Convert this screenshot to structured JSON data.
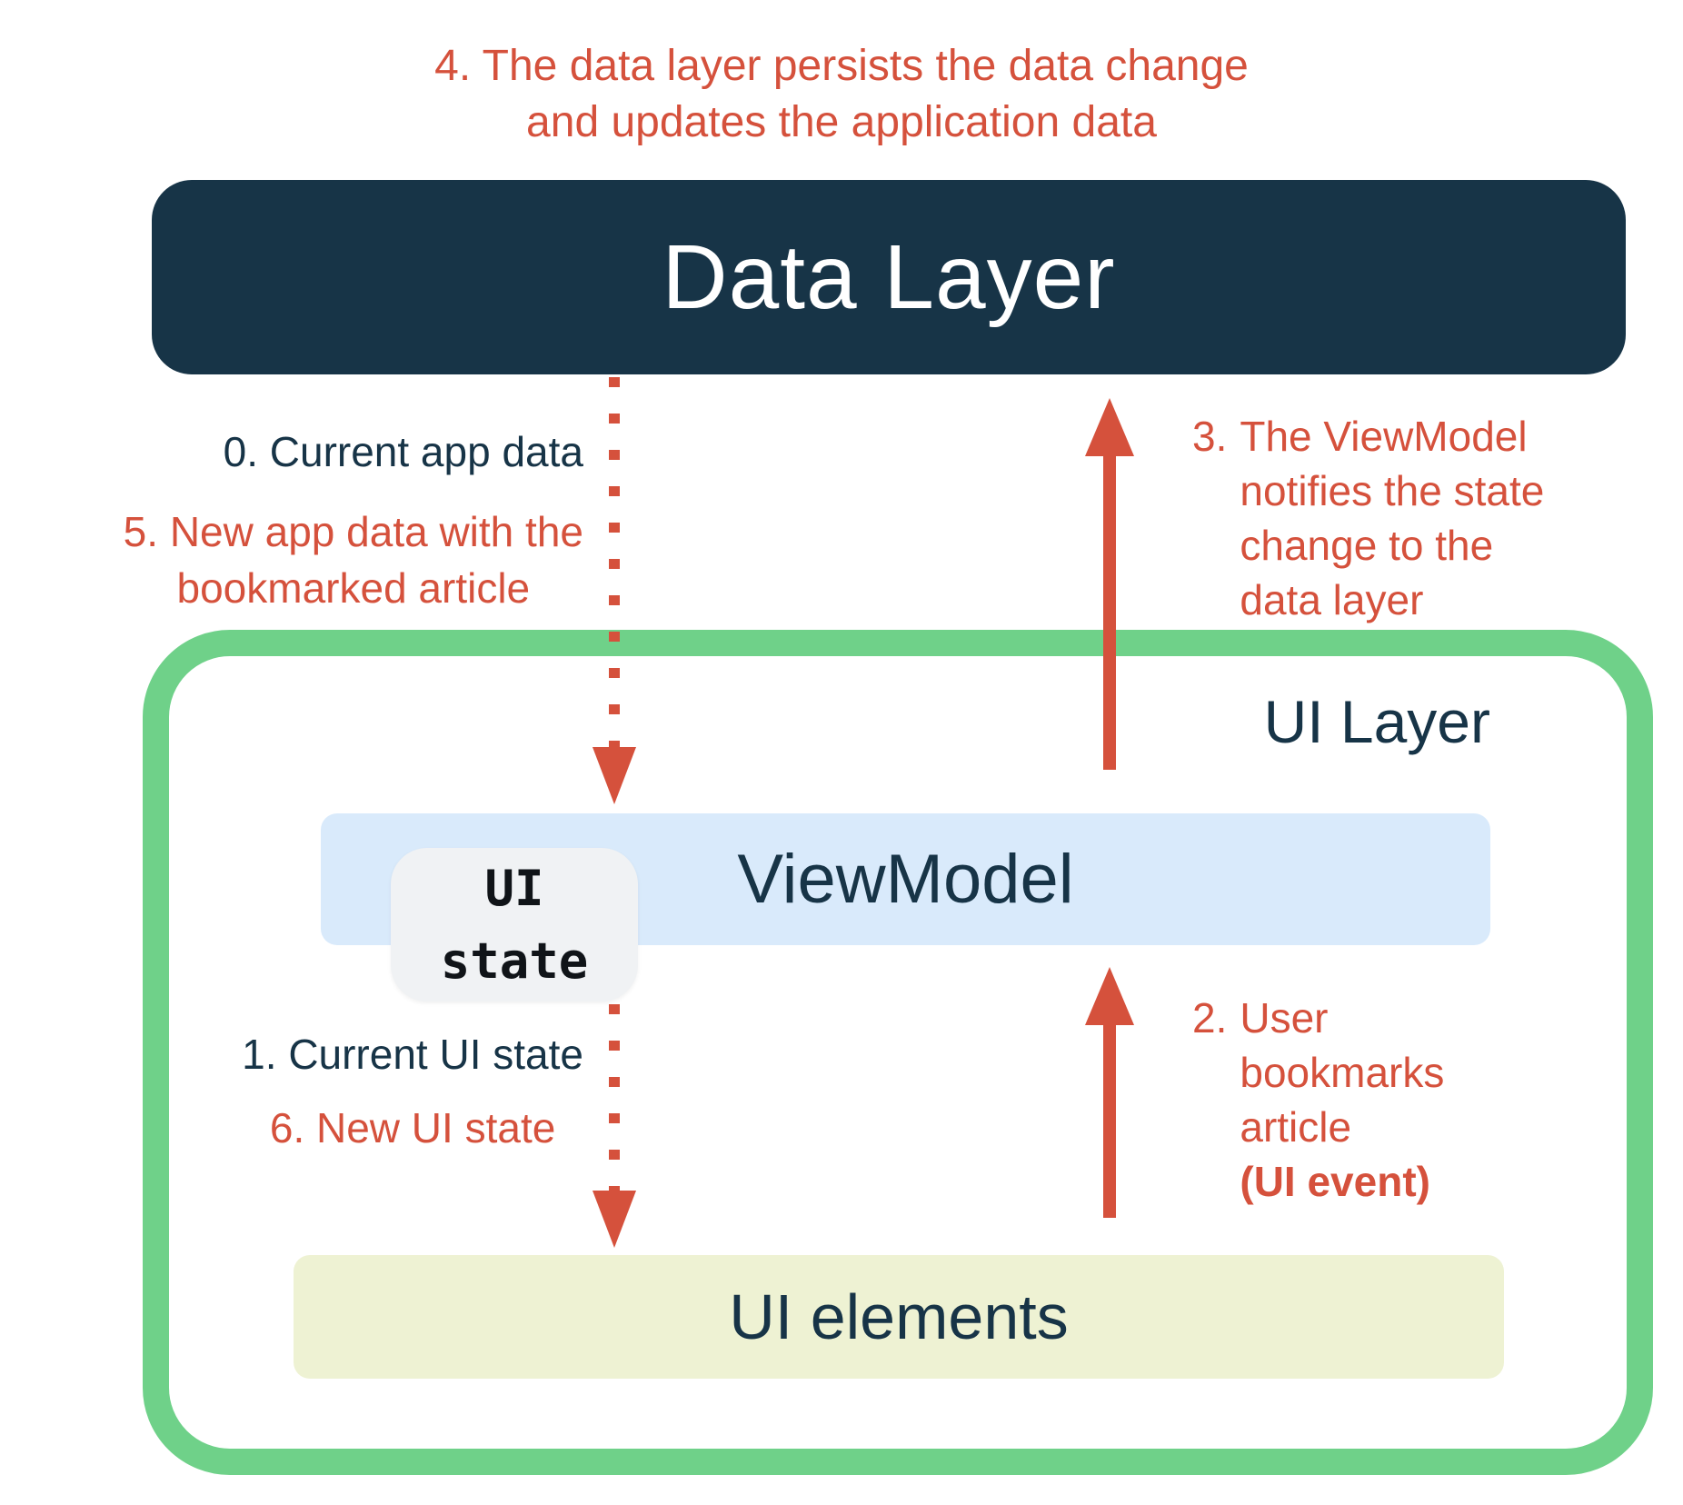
{
  "colors": {
    "accent_red": "#d5513c",
    "navy": "#173447",
    "green": "#6fd189",
    "light_blue": "#d9eafb",
    "light_yellow": "#eef2d3",
    "chip_gray": "#f0f2f4",
    "white": "#ffffff"
  },
  "boxes": {
    "data_layer": "Data Layer",
    "ui_layer": "UI Layer",
    "viewmodel": "ViewModel",
    "ui_state": "UI\nstate",
    "ui_elements": "UI elements"
  },
  "captions": {
    "step4": "4. The data layer persists the data change\nand updates the application data",
    "step0": "0. Current app data",
    "step5": "5. New app data with the\nbookmarked article",
    "step3_num": "3.",
    "step3_text": "The ViewModel\nnotifies the state\nchange to the\ndata layer",
    "step1": "1. Current UI state",
    "step6": "6. New UI state",
    "step2_num": "2.",
    "step2_text": "User\nbookmarks\narticle",
    "step2_bold": "(UI event)"
  }
}
